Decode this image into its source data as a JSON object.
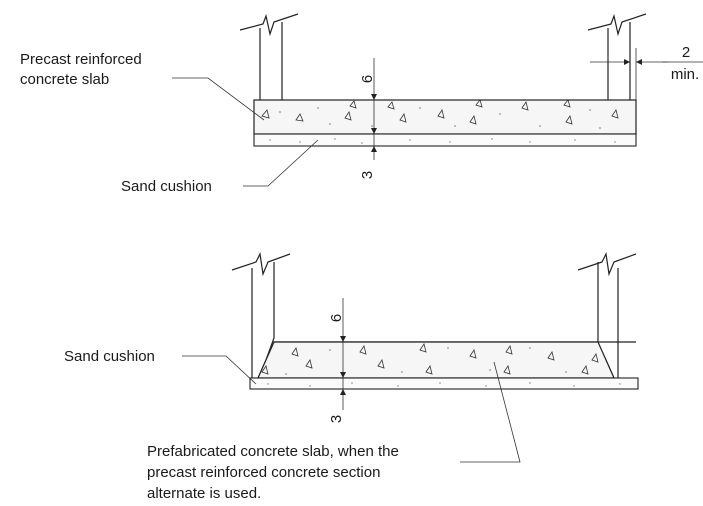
{
  "top_detail": {
    "slab_label_line1": "Precast reinforced",
    "slab_label_line2": "concrete slab",
    "sand_label": "Sand cushion",
    "dim_slab": "6",
    "dim_sand": "3",
    "dim_gap_value": "2",
    "dim_gap_unit": "min."
  },
  "bottom_detail": {
    "sand_label": "Sand cushion",
    "dim_slab": "6",
    "dim_sand": "3",
    "note_line1": "Prefabricated concrete slab, when the",
    "note_line2": "precast reinforced concrete section",
    "note_line3": "alternate is used."
  }
}
